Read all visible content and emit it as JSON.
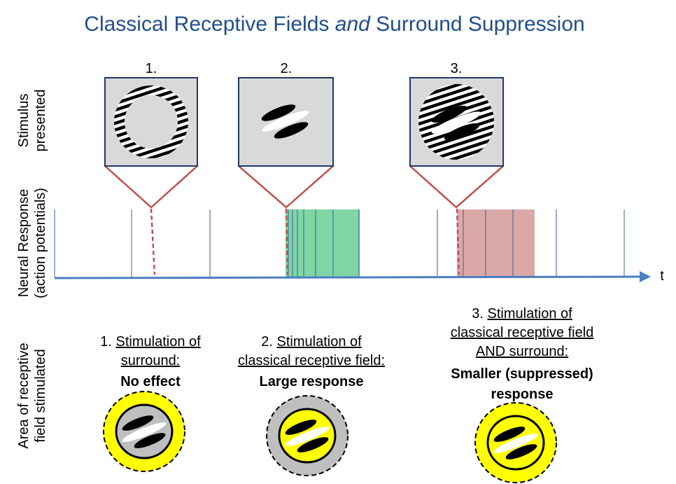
{
  "title": {
    "part1": "Classical Receptive Fields ",
    "part2": "and",
    "part3": " Surround  Suppression"
  },
  "row_labels": {
    "stimulus": [
      "Stimulus",
      "presented"
    ],
    "neural": [
      "Neural Response",
      "(action potentials)"
    ],
    "area": [
      "Area of receptive",
      "field stimulated"
    ]
  },
  "axis": {
    "time_label": "t"
  },
  "stimuli": [
    {
      "number": "1."
    },
    {
      "number": "2."
    },
    {
      "number": "3."
    }
  ],
  "captions": [
    {
      "prefix": "1. ",
      "underlined": [
        "Stimulation of",
        "surround:"
      ],
      "bold": [
        "No effect"
      ]
    },
    {
      "prefix": "2. ",
      "underlined": [
        "Stimulation of",
        "classical receptive field:"
      ],
      "bold": [
        "Large response"
      ]
    },
    {
      "prefix": "3. ",
      "underlined": [
        "Stimulation of",
        "classical receptive field",
        "AND surround:"
      ],
      "bold": [
        "Smaller (suppressed)",
        "response"
      ]
    }
  ],
  "colors": {
    "title": "#1f4e8c",
    "axis": "#4a7fc1",
    "spike": "#3a5f9a",
    "connector": "#c0504d",
    "green_fill": "#7fd6a4",
    "red_fill": "#dba8a8",
    "yellow": "#ffff00",
    "gray": "#bfbfbf",
    "box_fill": "#d9d9d9",
    "box_border": "#1f3864"
  }
}
